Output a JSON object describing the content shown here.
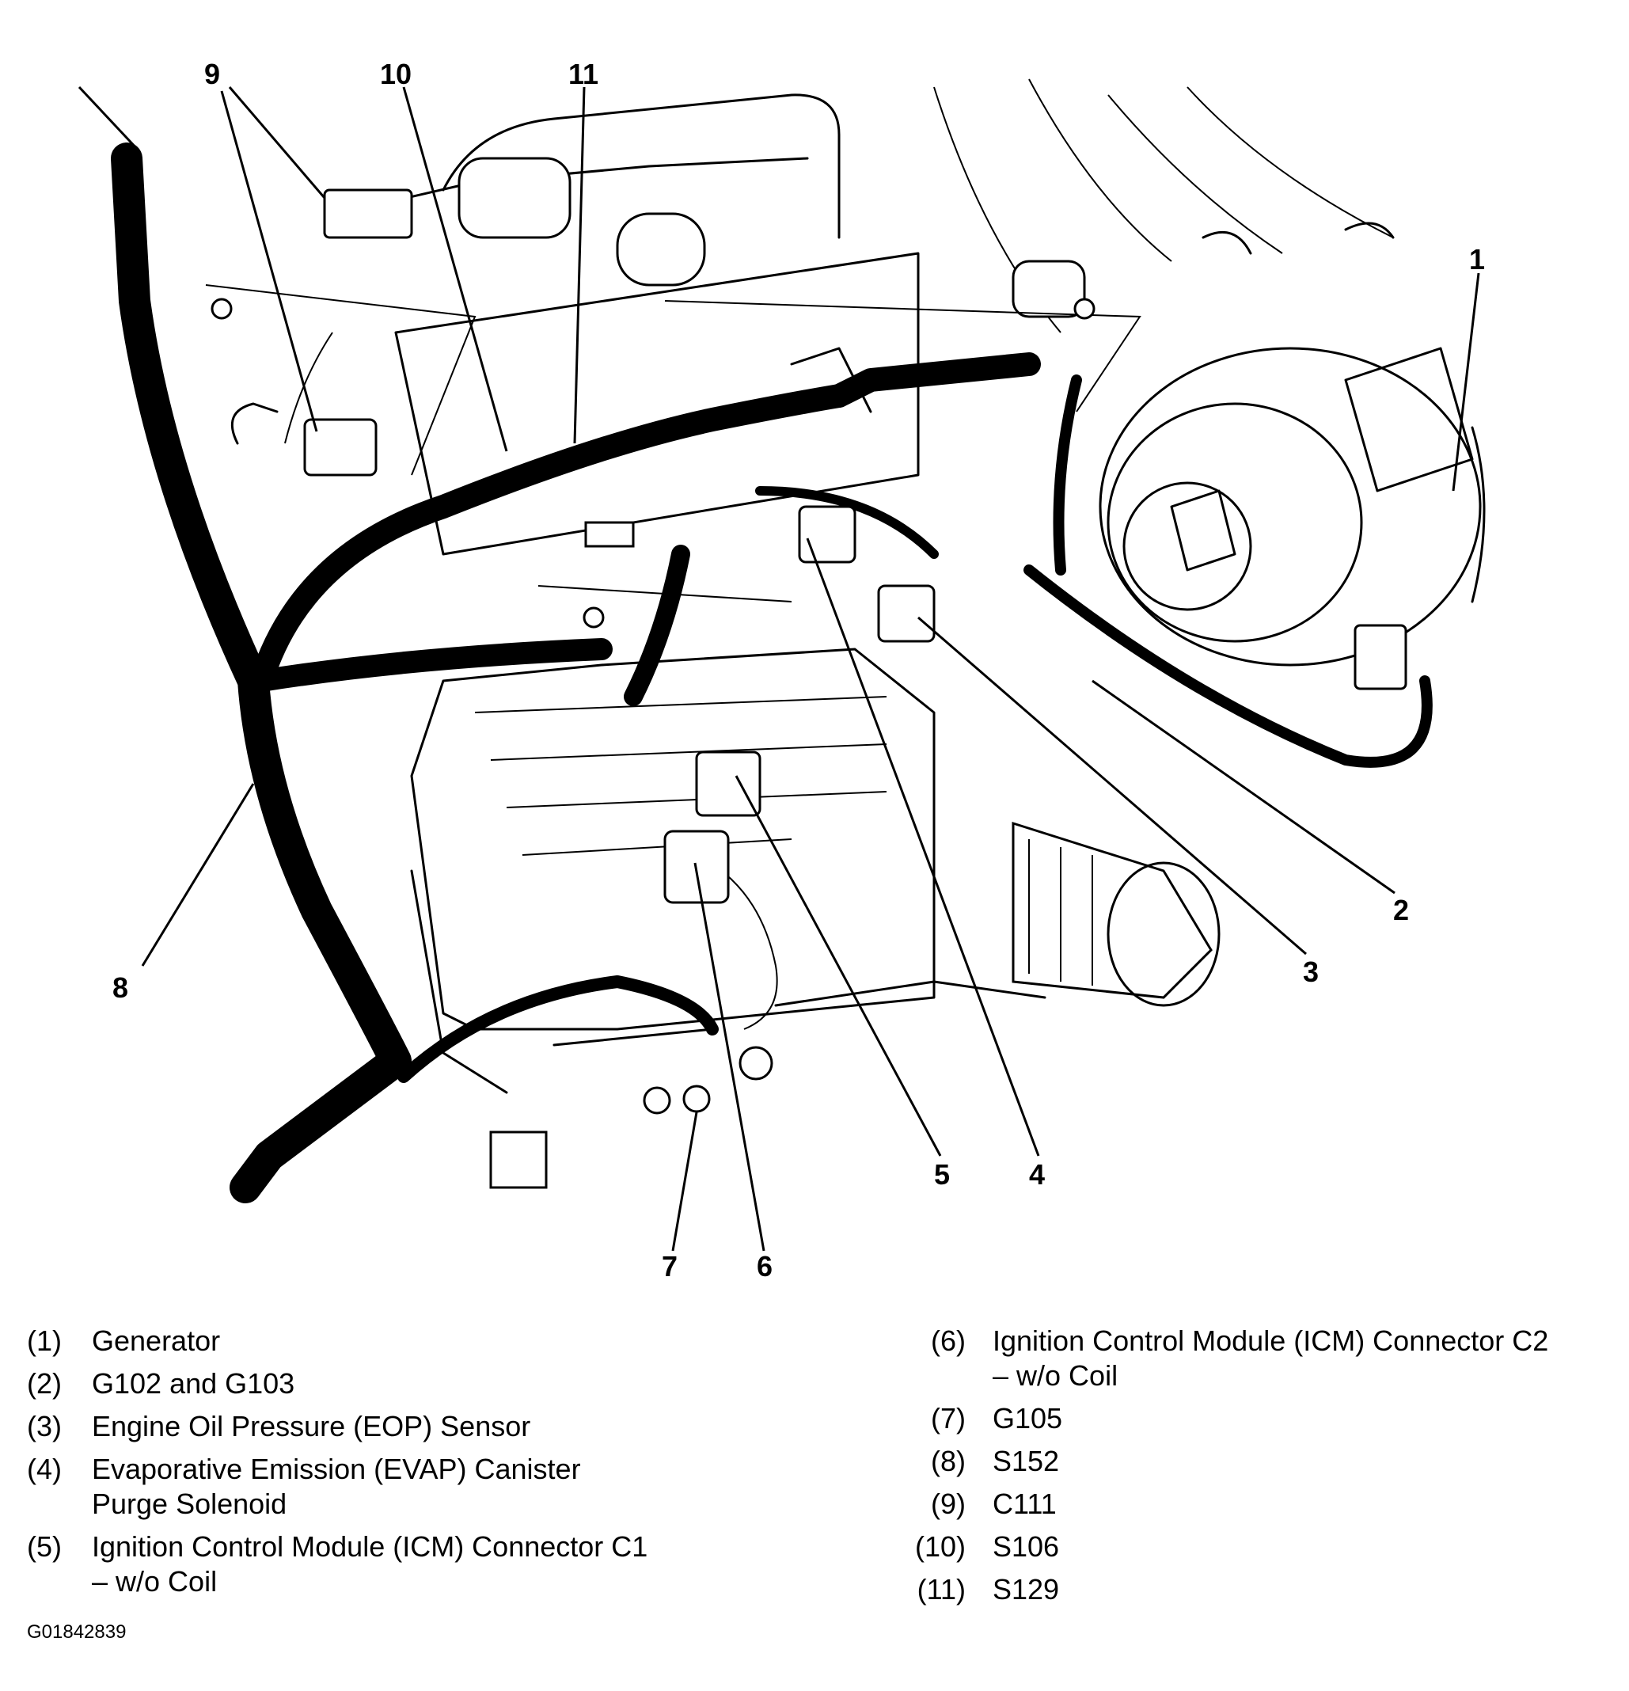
{
  "callouts": {
    "c1": "1",
    "c2": "2",
    "c3": "3",
    "c4": "4",
    "c5": "5",
    "c6": "6",
    "c7": "7",
    "c8": "8",
    "c9": "9",
    "c10": "10",
    "c11": "11"
  },
  "legend_left": [
    {
      "num": "(1)",
      "text": "Generator"
    },
    {
      "num": "(2)",
      "text": "G102 and G103"
    },
    {
      "num": "(3)",
      "text": "Engine Oil Pressure (EOP) Sensor"
    },
    {
      "num": "(4)",
      "text": "Evaporative Emission (EVAP) Canister\nPurge Solenoid"
    },
    {
      "num": "(5)",
      "text": "Ignition Control Module (ICM) Connector C1\n– w/o Coil"
    }
  ],
  "legend_right": [
    {
      "num": "(6)",
      "text": "Ignition Control Module (ICM) Connector C2\n– w/o Coil"
    },
    {
      "num": "(7)",
      "text": "G105"
    },
    {
      "num": "(8)",
      "text": "S152"
    },
    {
      "num": "(9)",
      "text": "C111"
    },
    {
      "num": "(10)",
      "text": "S106"
    },
    {
      "num": "(11)",
      "text": "S129"
    }
  ],
  "figure_id": "G01842839"
}
